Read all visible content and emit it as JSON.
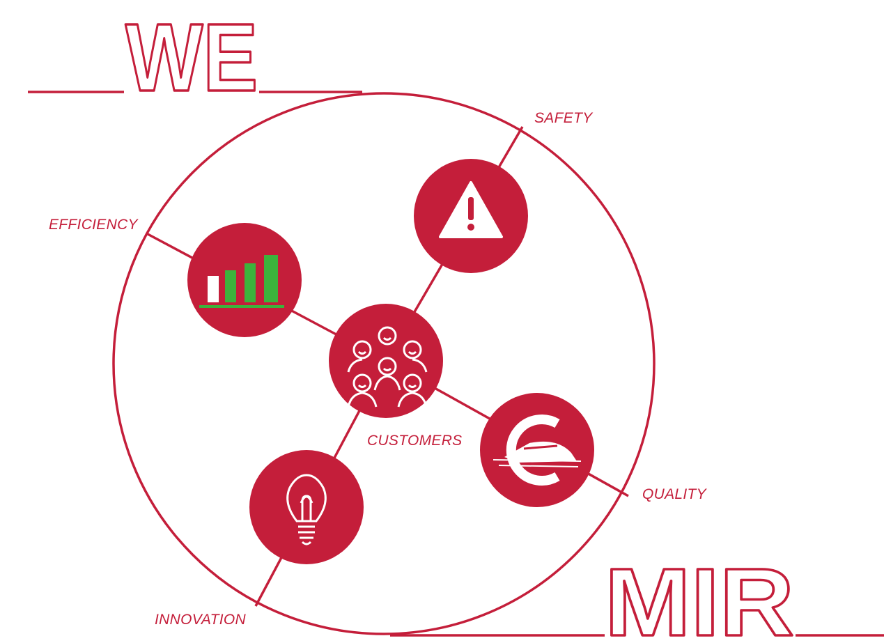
{
  "brand": {
    "top_word": "WE",
    "bottom_word": "MIR",
    "accent_color": "#c41e3a",
    "chart_green": "#3cb33c"
  },
  "values": {
    "safety": {
      "label": "SAFETY",
      "icon": "warning-triangle-icon"
    },
    "efficiency": {
      "label": "EFFICIENCY",
      "icon": "bar-chart-icon"
    },
    "customers": {
      "label": "CUSTOMERS",
      "icon": "people-group-icon"
    },
    "quality": {
      "label": "QUALITY",
      "icon": "train-emblem-icon"
    },
    "innovation": {
      "label": "INNOVATION",
      "icon": "lightbulb-icon"
    }
  }
}
